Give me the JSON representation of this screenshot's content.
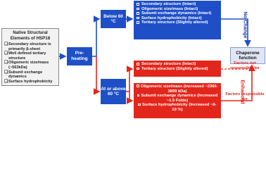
{
  "native": {
    "title": "Native Structural Elements of HSP18",
    "items": [
      "Secondary structure is primarily β-sheet",
      "Well defined tertiary structure",
      "Oligomeric size/mass (~563kDa)",
      "Subunit exchange dynamics",
      "Surface hydrophobicity"
    ]
  },
  "preheating": "Pre-heating",
  "below": "Below 60 °C",
  "above": "At or above 60 °C",
  "blue_box": {
    "items": [
      "Secondary structure (Intact)",
      "Oligomeric size/mass (Intact)",
      "Subunit exchange dynamics (Intact)",
      "Surface hydrophobicity (Intact)",
      "Tertiary structure (Slightly altered)"
    ]
  },
  "red_box_1": {
    "items": [
      "Secondary structure (Intact)",
      "Tertiary structure (Slightly altered)"
    ]
  },
  "red_box_2": {
    "items": [
      "Oligomeric size/mass (Increased ~2366-3899 kDa)",
      "Subunit exchange dynamics (Increased ~1.5 Folds)",
      "Surface hydrophobicity (Increased ~8-19 %)"
    ]
  },
  "chaperone": "Chaperone function",
  "no_change": "No Change",
  "enhanced": "Enhanced",
  "factors_not": "Factors not responsible for",
  "factors_resp": "Factors responsible for",
  "colors": {
    "blue": "#1f4fc7",
    "red": "#e3261b",
    "native_bg": "#f2f2f2"
  }
}
